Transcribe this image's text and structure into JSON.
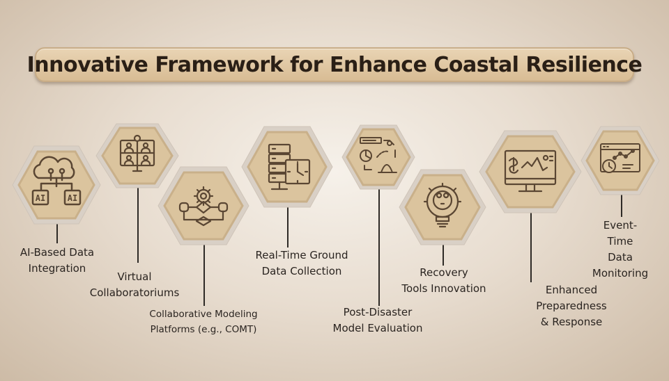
{
  "title": "Innovative Framework for Enhance Coastal Resilience",
  "colors": {
    "hex_fill": "#dbc49e",
    "hex_border": "#c9b08a",
    "hex_outer": "#d9d0c6",
    "icon_stroke": "#5a4633",
    "line": "#2e2a26"
  },
  "items": [
    {
      "icon": "cloud-network-ai-icon",
      "label": "AI-Based Data\nIntegration"
    },
    {
      "icon": "video-conference-icon",
      "label": "Virtual\nCollaboratoriums"
    },
    {
      "icon": "gear-workflow-icon",
      "label": "Collaborative Modeling\nPlatforms (e.g., COMT)"
    },
    {
      "icon": "server-clock-icon",
      "label": "Real-Time Ground\nData Collection"
    },
    {
      "icon": "process-chart-icon",
      "label": "Post-Disaster\nModel Evaluation"
    },
    {
      "icon": "gear-bulb-icon",
      "label": "Recovery\nTools Innovation"
    },
    {
      "icon": "monitor-chart-icon",
      "label": "Enhanced Preparedness\n& Response"
    },
    {
      "icon": "browser-chart-icon",
      "label": "Event-Time\nData\nMonitoring"
    }
  ]
}
